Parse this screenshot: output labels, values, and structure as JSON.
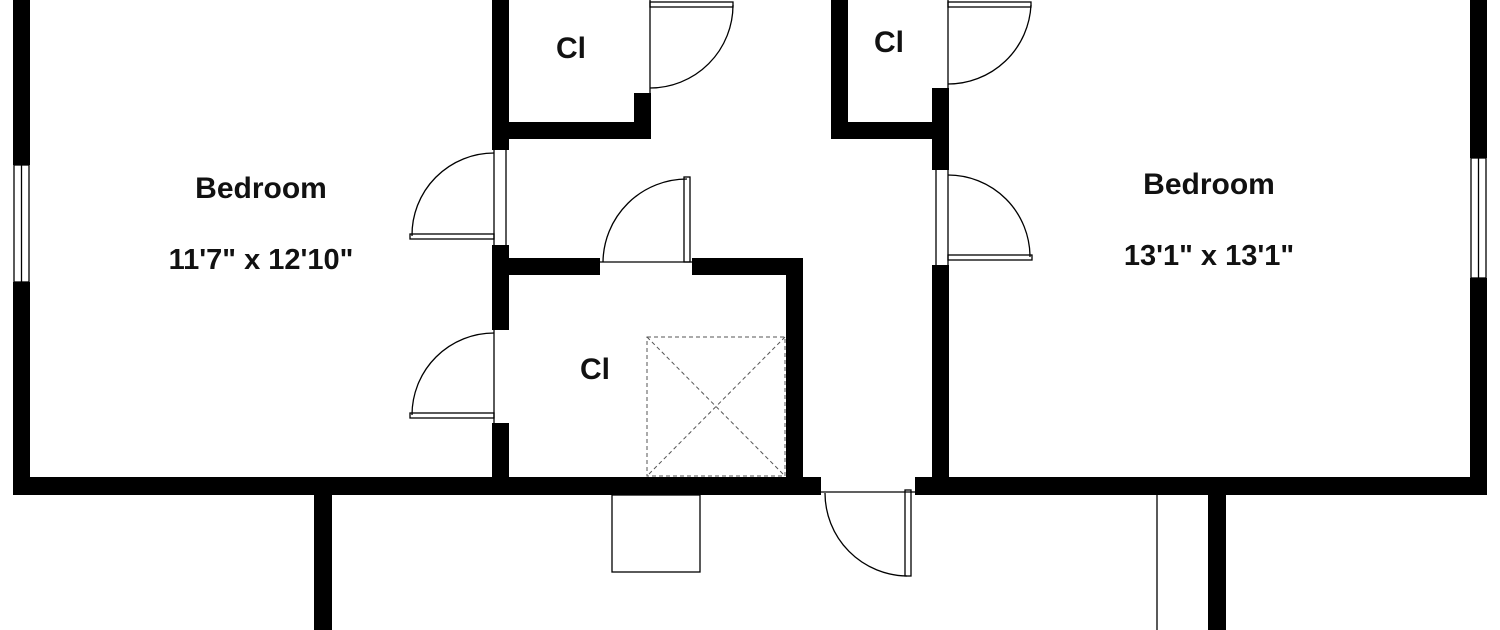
{
  "rooms": {
    "bedroom_left": {
      "name": "Bedroom",
      "dimensions": "11'7\" x 12'10\""
    },
    "bedroom_right": {
      "name": "Bedroom",
      "dimensions": "13'1\" x 13'1\""
    },
    "closet_top_left": {
      "name": "Cl"
    },
    "closet_top_right": {
      "name": "Cl"
    },
    "closet_center": {
      "name": "Cl"
    }
  },
  "colors": {
    "wall": "#000000",
    "background": "#ffffff"
  }
}
